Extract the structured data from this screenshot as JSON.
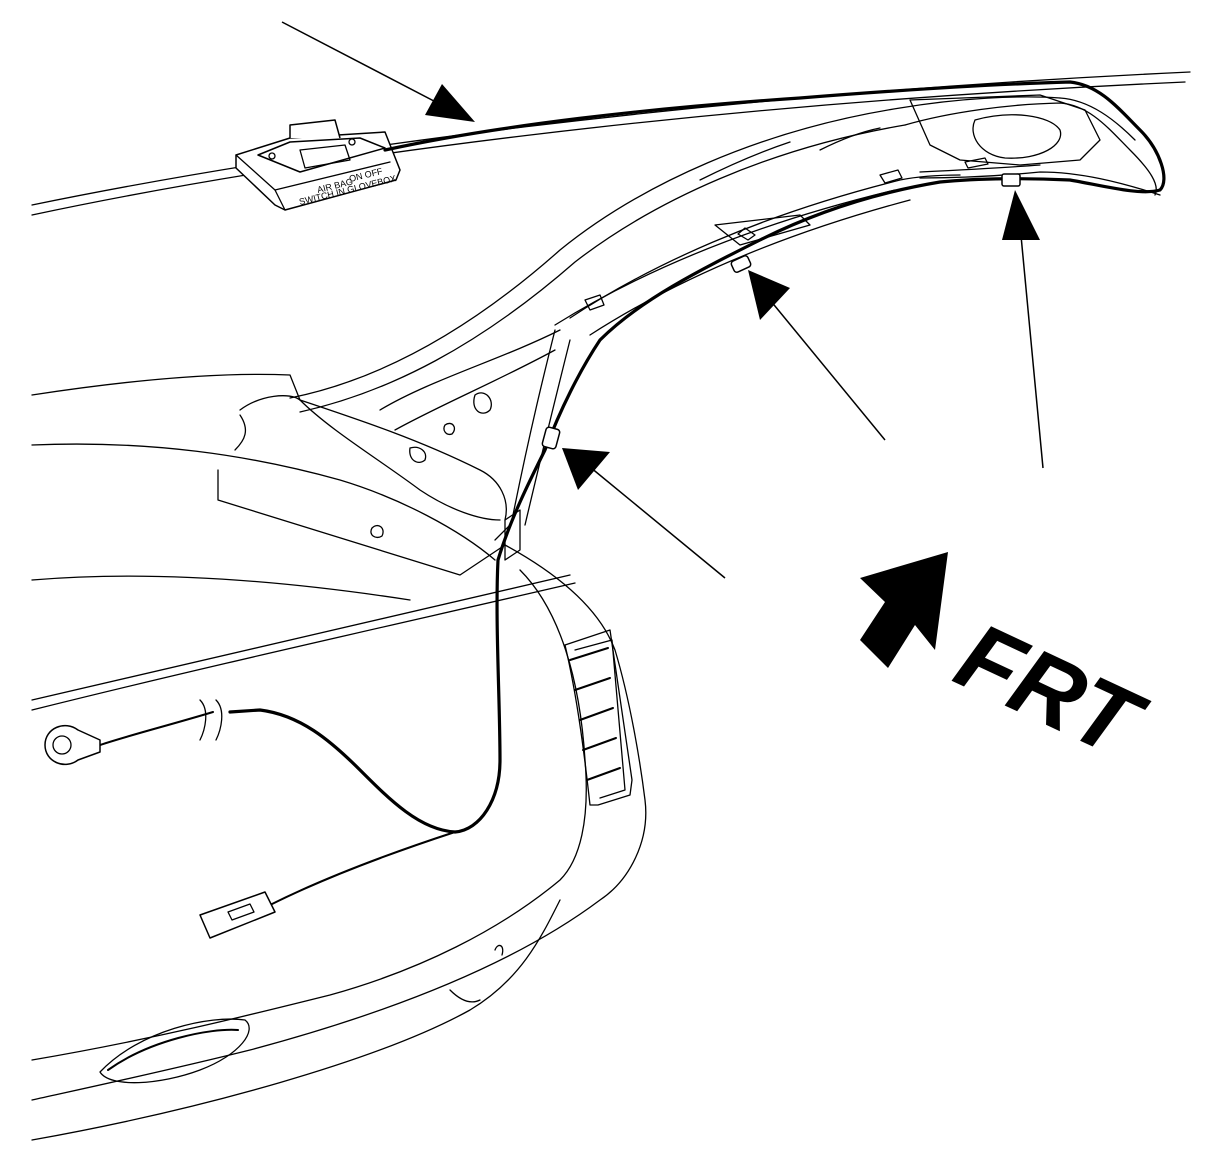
{
  "diagram": {
    "direction_label": "FRT",
    "switch_label_line1": "SWITCH IN GLOVEBOX",
    "switch_label_line2": "AIR BAG",
    "switch_label_line3": "ON OFF",
    "colors": {
      "ink": "#000000",
      "paper": "#ffffff"
    },
    "icons": [
      "direction-arrow-icon",
      "callout-arrow-icon",
      "ring-terminal-icon",
      "connector-icon"
    ]
  }
}
